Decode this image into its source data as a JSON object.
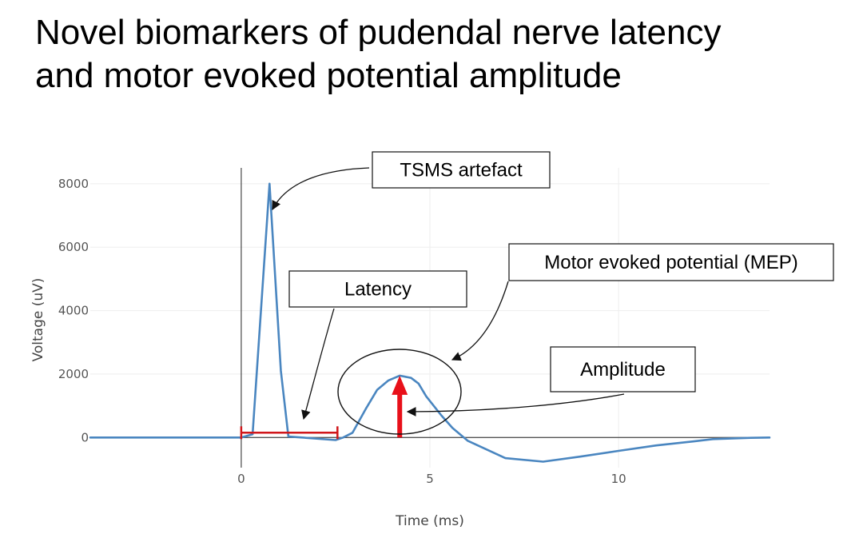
{
  "slide": {
    "title_line1": "Novel biomarkers of pudendal nerve latency",
    "title_line2": "and motor evoked potential amplitude"
  },
  "chart_data": {
    "type": "line",
    "xlabel": "Time (ms)",
    "ylabel": "Voltage (uV)",
    "xlim": [
      -4,
      14
    ],
    "ylim": [
      -950,
      8500
    ],
    "x_ticks": [
      0,
      5,
      10
    ],
    "y_ticks": [
      0,
      2000,
      4000,
      6000,
      8000
    ],
    "grid": true,
    "series": [
      {
        "color": "#4a86c0",
        "x": [
          -4,
          0,
          0.3,
          0.75,
          1.05,
          1.25,
          1.5,
          2.5,
          2.7,
          2.95,
          3.3,
          3.6,
          3.9,
          4.2,
          4.5,
          4.7,
          4.9,
          5.3,
          5.6,
          6.0,
          7.0,
          8.0,
          9.0,
          10.0,
          11.0,
          12.0,
          12.5,
          13.5,
          14
        ],
        "y": [
          0,
          0,
          100,
          8000,
          2100,
          30,
          10,
          -80,
          0,
          150,
          900,
          1500,
          1800,
          1950,
          1880,
          1700,
          1300,
          700,
          300,
          -100,
          -650,
          -760,
          -600,
          -420,
          -250,
          -120,
          -50,
          -10,
          0
        ]
      }
    ],
    "annotations": [
      {
        "label": "TSMS artefact"
      },
      {
        "label": "Latency",
        "from_x": 0,
        "to_x": 2.55,
        "color": "#d0171b"
      },
      {
        "label": "Motor evoked potential (MEP)"
      },
      {
        "label": "Amplitude",
        "at_x": 4.2,
        "value": 1950,
        "color": "#e8101a"
      }
    ]
  }
}
